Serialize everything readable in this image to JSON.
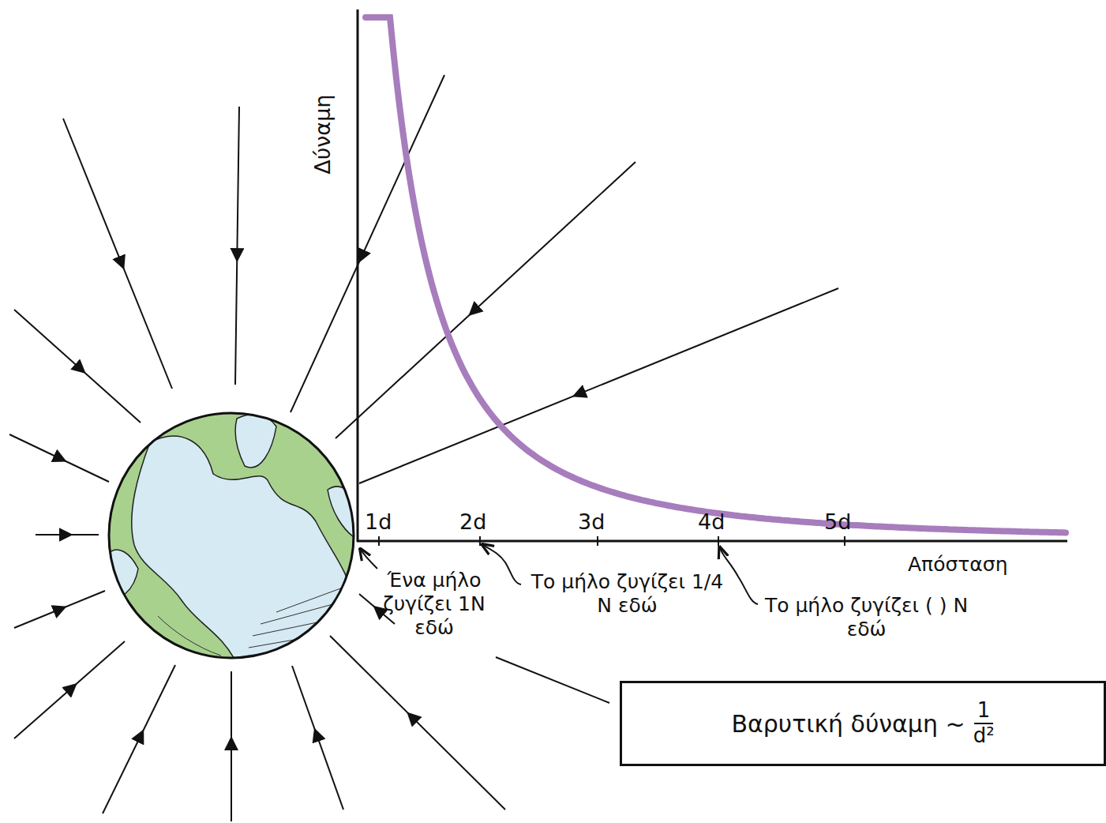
{
  "diagram": {
    "nodes": [
      {
        "text": [
          "Βαρυτική δύναμη ~",
          "1",
          "d²"
        ]
      }
    ],
    "labels": [
      "Δύναμη",
      "Απόσταση",
      "1d",
      "2d",
      "3d",
      "4d",
      "5d",
      "Ένα μήλο ζυγίζει 1N εδώ",
      "Το μήλο ζυγίζει 1/4 N εδώ",
      "Το μήλο ζυγίζει ( ) N εδώ"
    ]
  }
}
